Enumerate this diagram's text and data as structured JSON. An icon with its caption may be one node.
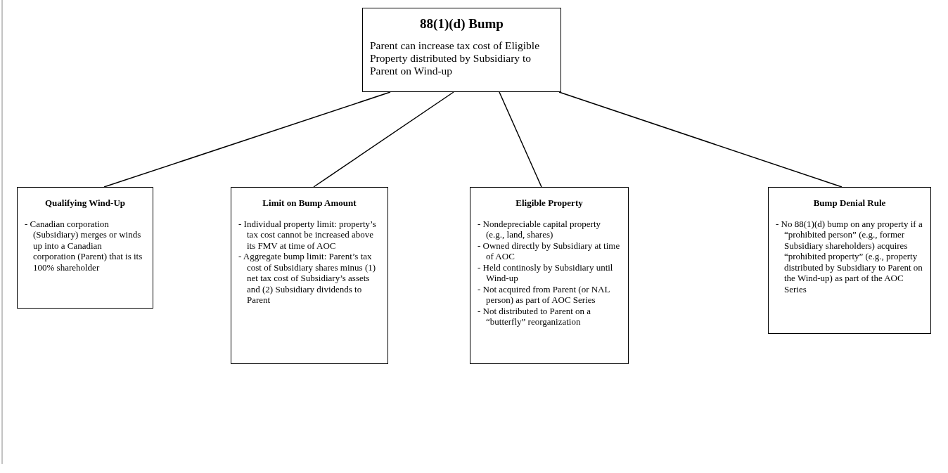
{
  "diagram": {
    "nodes": [
      {
        "text": [
          "88(1)(d) Bump",
          "Parent can increase tax cost of Eligible Property distributed by Subsidiary to Parent on Wind-up"
        ]
      },
      {
        "text": [
          "Qualifying Wind-Up",
          "- Canadian corporation (Subsidiary) merges or winds up into a Canadian corporation (Parent) that is its 100% shareholder"
        ]
      },
      {
        "text": [
          "Limit on Bump Amount",
          "- Individual property limit: property’s tax cost cannot be increased above its FMV at time of AOC",
          "- Aggregate bump limit: Parent’s tax cost of Subsidiary shares minus (1) net tax cost of Subsidiary’s assets and (2) Subsidiary dividends to Parent"
        ]
      },
      {
        "text": [
          "Eligible Property",
          "- Nondepreciable capital property (e.g., land, shares)",
          "- Owned directly by Subsidiary at time of AOC",
          "- Held continosly by Subsidiary until Wind-up",
          "- Not acquired from Parent (or NAL person) as part of AOC Series",
          "- Not distributed to Parent on a “butterfly” reorganization"
        ]
      },
      {
        "text": [
          "Bump Denial Rule",
          "- No 88(1)(d) bump on any property if a “prohibited person” (e.g., former Subsidiary shareholders) acquires “prohibited property” (e.g., property distributed by Subsidiary to Parent on the Wind-up) as part of the AOC Series"
        ]
      }
    ],
    "edges": [
      {
        "from": 0,
        "to": 1,
        "arrow": "none"
      },
      {
        "from": 0,
        "to": 2,
        "arrow": "none"
      },
      {
        "from": 0,
        "to": 3,
        "arrow": "none"
      },
      {
        "from": 0,
        "to": 4,
        "arrow": "none"
      }
    ]
  }
}
